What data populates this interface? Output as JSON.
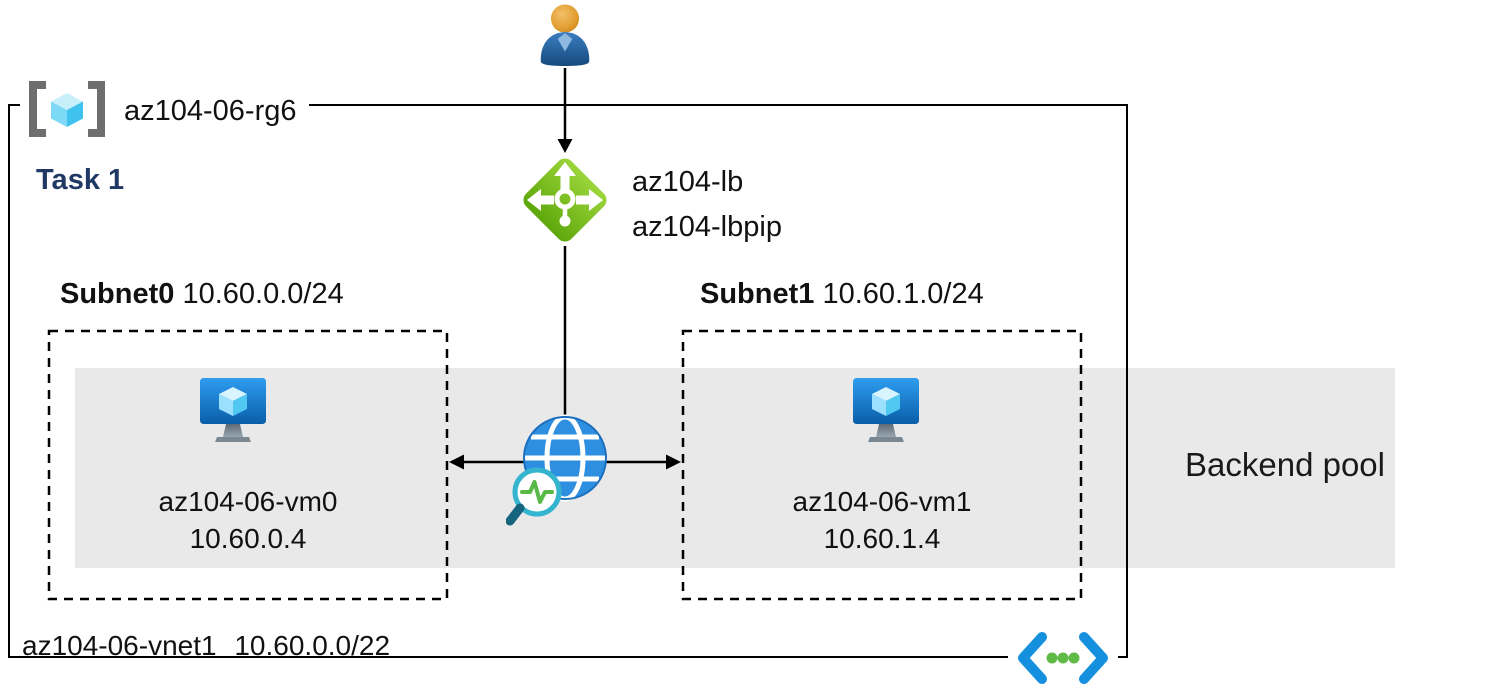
{
  "diagram": {
    "resource_group": {
      "label": "az104-06-rg6"
    },
    "task_label": "Task 1",
    "load_balancer": {
      "name": "az104-lb",
      "public_ip": "az104-lbpip"
    },
    "subnets": [
      {
        "name": "Subnet0",
        "cidr": "10.60.0.0/24",
        "vm": {
          "name": "az104-06-vm0",
          "ip": "10.60.0.4"
        }
      },
      {
        "name": "Subnet1",
        "cidr": "10.60.1.0/24",
        "vm": {
          "name": "az104-06-vm1",
          "ip": "10.60.1.4"
        }
      }
    ],
    "backend_pool_label": "Backend pool",
    "vnet": {
      "name": "az104-06-vnet1",
      "cidr": "10.60.0.0/22"
    },
    "icons": {
      "user": "user-icon",
      "load_balancer": "load-balancer-icon",
      "virtual_machine": "vm-icon",
      "health_probe_globe": "globe-probe-icon",
      "resource_group": "resource-group-brackets-icon",
      "virtual_network": "vnet-chevrons-icon"
    },
    "colors": {
      "lb_green": "#76bc2d",
      "vm_blue": "#1177d0",
      "cube_cyan": "#50c8f2",
      "band_gray": "#e9e9e9",
      "task_navy": "#1f3864",
      "globe_blue": "#2e8fe0",
      "vnet_blue": "#1490df",
      "dot_green": "#5fba46",
      "user_orange": "#e09c2f"
    }
  }
}
